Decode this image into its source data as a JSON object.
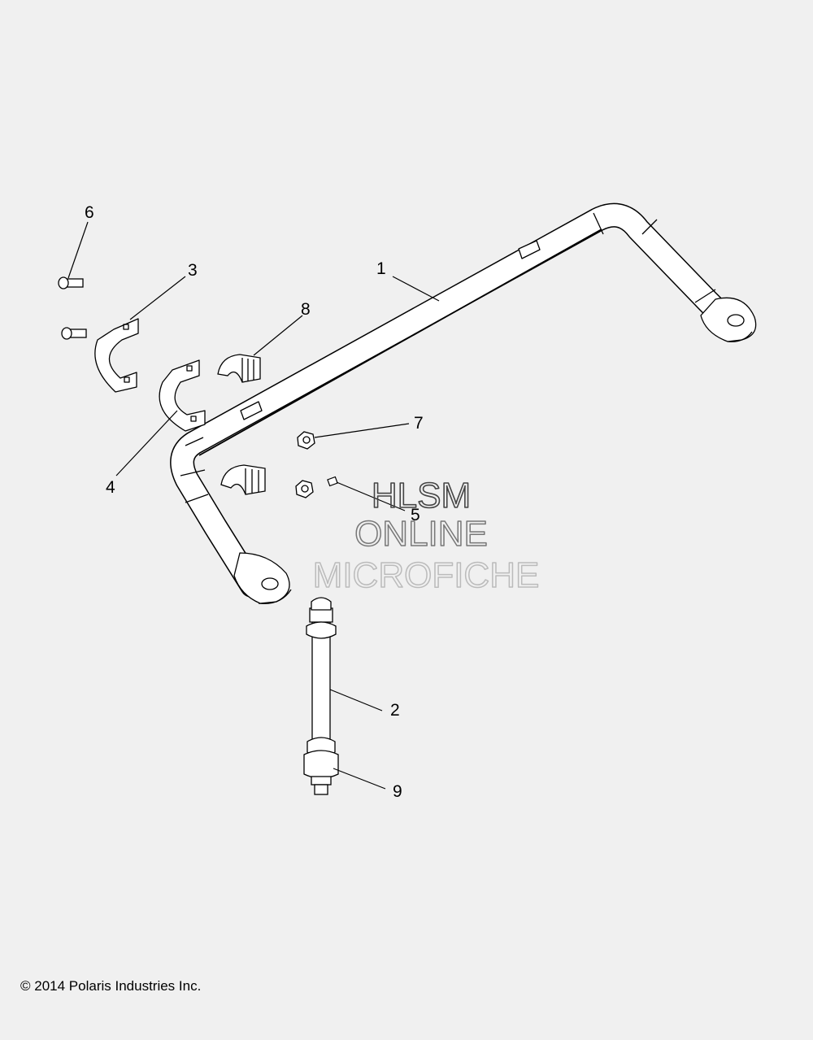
{
  "callouts": [
    {
      "id": "1",
      "label": "1"
    },
    {
      "id": "2",
      "label": "2"
    },
    {
      "id": "3",
      "label": "3"
    },
    {
      "id": "4",
      "label": "4"
    },
    {
      "id": "5",
      "label": "5"
    },
    {
      "id": "6",
      "label": "6"
    },
    {
      "id": "7",
      "label": "7"
    },
    {
      "id": "8",
      "label": "8"
    },
    {
      "id": "9",
      "label": "9"
    }
  ],
  "watermark": {
    "line1": "HLSM",
    "line2": "ONLINE",
    "line3": "MICROFICHE"
  },
  "copyright": "© 2014 Polaris Industries Inc.",
  "colors": {
    "background": "#f0f0f0",
    "line": "#000000",
    "part_fill": "#ffffff",
    "watermark_stroke_dark": "#444444",
    "watermark_stroke_light": "#bbbbbb"
  }
}
